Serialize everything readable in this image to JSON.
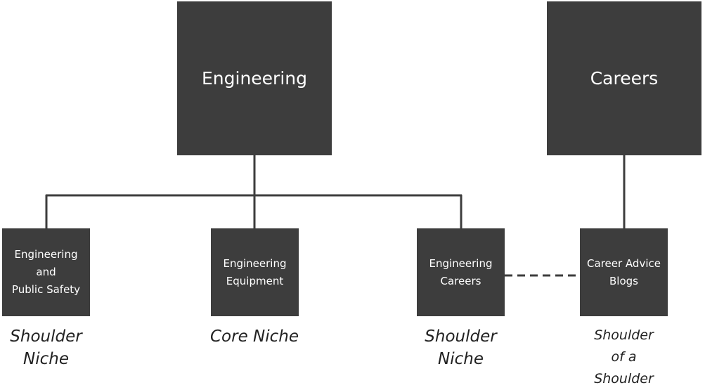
{
  "colors": {
    "box_fill": "#3d3d3d",
    "box_text": "#ffffff",
    "line": "#3d3d3d",
    "caption_text": "#222222"
  },
  "nodes": {
    "engineering": "Engineering",
    "careers": "Careers",
    "public_safety": "Engineering\nand\nPublic Safety",
    "equipment": "Engineering\nEquipment",
    "eng_careers": "Engineering\nCareers",
    "advice_blogs": "Career Advice\nBlogs"
  },
  "captions": {
    "public_safety": "Shoulder\nNiche",
    "equipment": "Core Niche",
    "eng_careers": "Shoulder\nNiche",
    "advice_blogs": "Shoulder\nof a\nShoulder"
  }
}
